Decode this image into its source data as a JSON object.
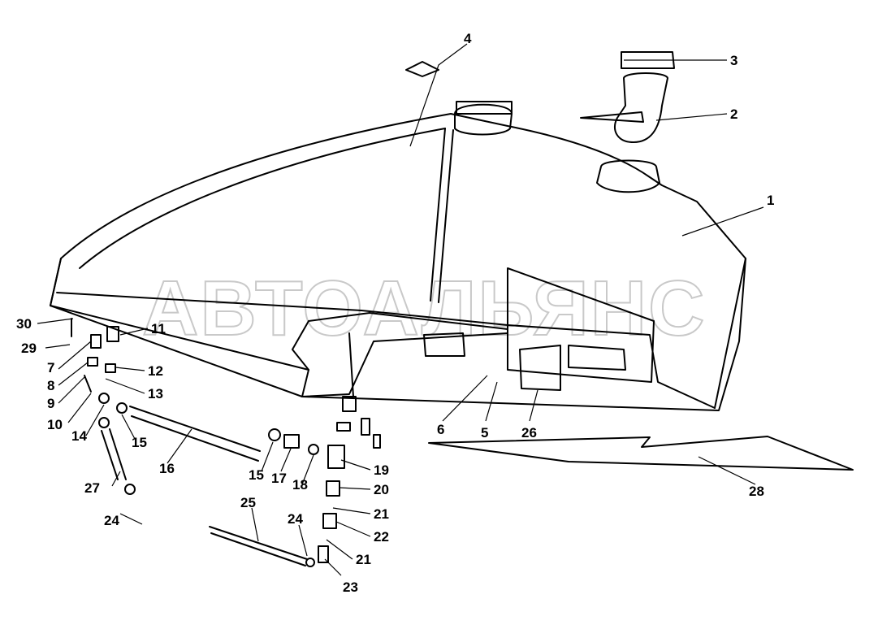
{
  "watermark": "АВТОАЛЬЯНС",
  "callouts": [
    "1",
    "2",
    "3",
    "4",
    "5",
    "6",
    "7",
    "8",
    "9",
    "10",
    "11",
    "12",
    "13",
    "14",
    "15",
    "15",
    "16",
    "17",
    "18",
    "19",
    "20",
    "21",
    "21",
    "22",
    "23",
    "24",
    "24",
    "25",
    "26",
    "27",
    "28",
    "29",
    "30"
  ]
}
